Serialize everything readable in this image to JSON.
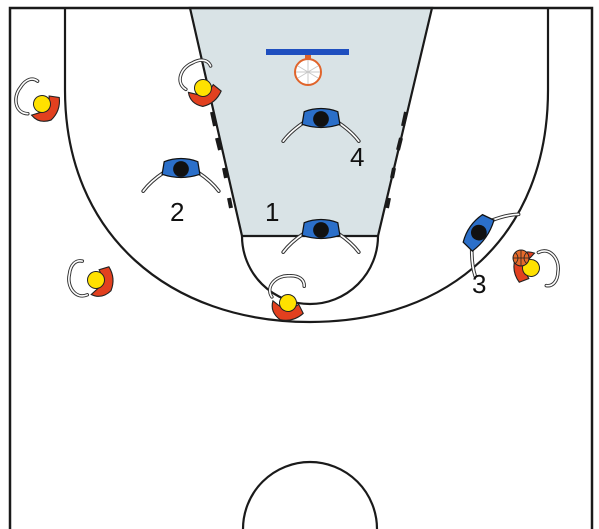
{
  "court": {
    "line_color": "#1a1a1a",
    "paint_color": "#d9e3e6",
    "background": "#ffffff"
  },
  "hoop": {
    "backboard_color": "#1f4fbf",
    "rim_color": "#e0642b"
  },
  "defender_style": {
    "shirt": "#2b6fc9",
    "head": "#111111",
    "arms": "#ffffff"
  },
  "offense_style": {
    "shirt": "#e2401f",
    "head": "#ffe100",
    "arms": "#ffffff"
  },
  "ball_color": "#e56a2a",
  "defenders": [
    {
      "label": "1",
      "icon": "defender-icon"
    },
    {
      "label": "2",
      "icon": "defender-icon"
    },
    {
      "label": "3",
      "icon": "defender-icon"
    },
    {
      "label": "4",
      "icon": "defender-icon"
    }
  ],
  "offense": [
    {
      "icon": "offensive-player-icon"
    },
    {
      "icon": "offensive-player-icon"
    },
    {
      "icon": "offensive-player-icon"
    },
    {
      "icon": "offensive-player-icon"
    },
    {
      "icon": "offensive-player-with-ball-icon"
    }
  ]
}
